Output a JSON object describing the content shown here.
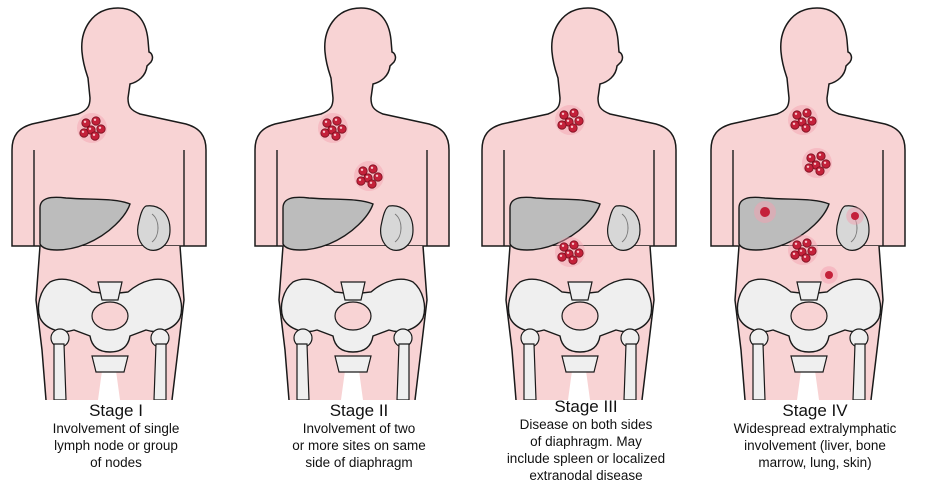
{
  "colors": {
    "skin": "#f8d3d4",
    "outline": "#1a1a1a",
    "bone": "#efefef",
    "liver": "#bcbcbc",
    "spleen": "#d7d7d7",
    "node": "#c4213a",
    "glow": "#f4a0b0"
  },
  "stages": [
    {
      "title": "Stage I",
      "lines": [
        "Involvement of single",
        "lymph node or group",
        "of nodes"
      ]
    },
    {
      "title": "Stage II",
      "lines": [
        "Involvement of two",
        "or more sites on same",
        "side of diaphragm"
      ]
    },
    {
      "title": "Stage III",
      "lines": [
        "Disease on both sides",
        "of diaphragm.  May",
        "include spleen or localized",
        "extranodal disease"
      ]
    },
    {
      "title": "Stage IV",
      "lines": [
        "Widespread extralymphatic",
        "involvement (liver, bone",
        "marrow, lung, skin)"
      ]
    }
  ]
}
